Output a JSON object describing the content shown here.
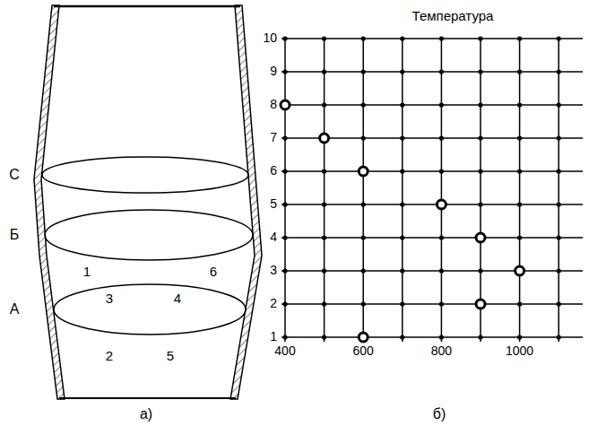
{
  "diagram": {
    "labels": [
      "С",
      "Б",
      "А",
      "1",
      "3",
      "4",
      "6",
      "2",
      "5",
      "а)",
      "Температура",
      "10",
      "9",
      "8",
      "7",
      "6",
      "5",
      "4",
      "3",
      "2",
      "1",
      "400",
      "600",
      "800",
      "1000",
      "б)"
    ]
  }
}
